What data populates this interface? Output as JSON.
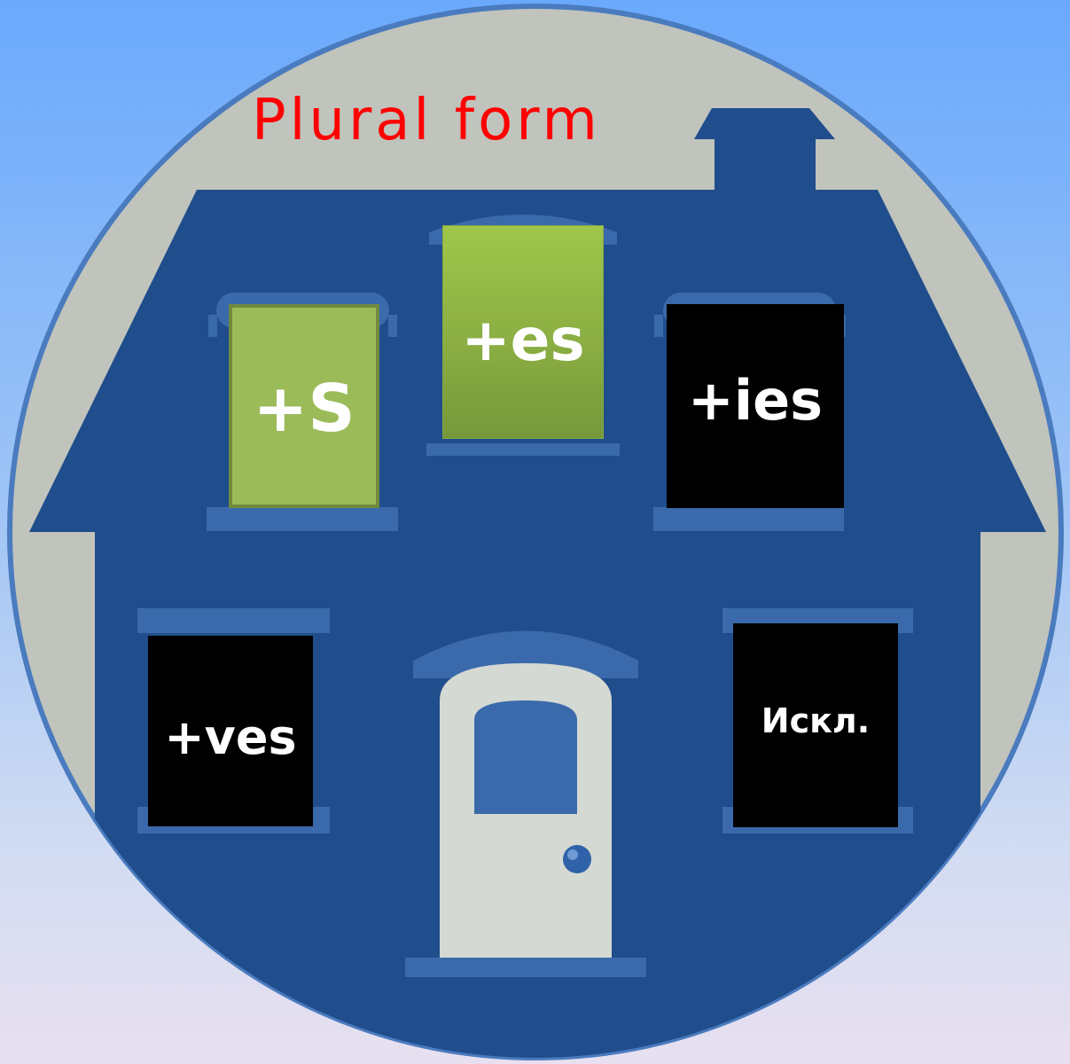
{
  "title": "Plural form",
  "tiles": {
    "s": "+S",
    "es": "+es",
    "ies": "+ies",
    "ves": "+ves",
    "exceptions": "Искл."
  },
  "colors": {
    "circle_fill": "#c0c4bc",
    "circle_border": "#4a7bbf",
    "house": "#204d8c",
    "trim": "#3a6aab",
    "door": "#d4d9d3",
    "title": "#ff0000",
    "green_tile": "#9bbb59",
    "black_tile": "#000000"
  },
  "icons": [
    "house-illustration",
    "door-knob-icon"
  ]
}
